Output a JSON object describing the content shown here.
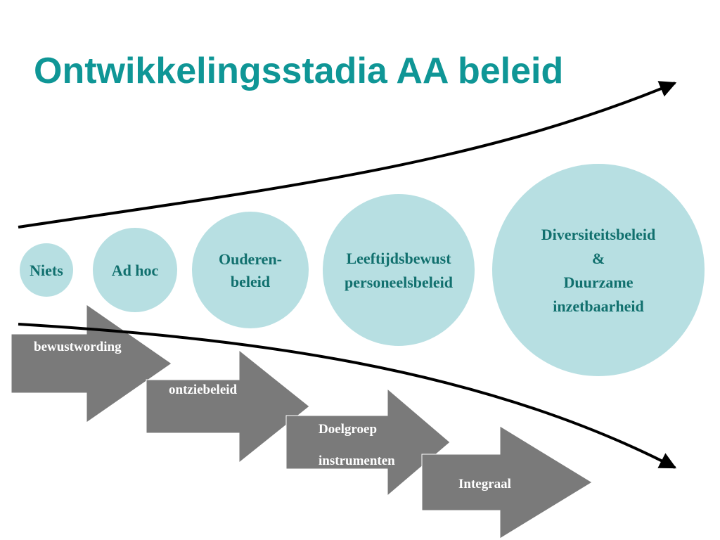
{
  "title": "Ontwikkelingsstadia AA beleid",
  "colors": {
    "title": "#0f9696",
    "circle_fill": "#b7dfe2",
    "circle_text": "#11706e",
    "arrow_fill": "#7a7a7a",
    "arrow_text": "#ffffff",
    "curve": "#000000"
  },
  "stages": [
    {
      "lines": [
        "Niets"
      ]
    },
    {
      "lines": [
        "Ad hoc"
      ]
    },
    {
      "lines": [
        "Ouderen-",
        "beleid"
      ]
    },
    {
      "lines": [
        "Leeftijdsbewust",
        "personeelsbeleid"
      ]
    },
    {
      "lines": [
        "Diversiteitsbeleid",
        "&",
        "Duurzame",
        "inzetbaarheid"
      ]
    }
  ],
  "steps": [
    {
      "lines": [
        "bewustwording"
      ]
    },
    {
      "lines": [
        "ontziebeleid"
      ]
    },
    {
      "lines": [
        "Doelgroep",
        "instrumenten"
      ]
    },
    {
      "lines": [
        "Integraal"
      ]
    }
  ]
}
